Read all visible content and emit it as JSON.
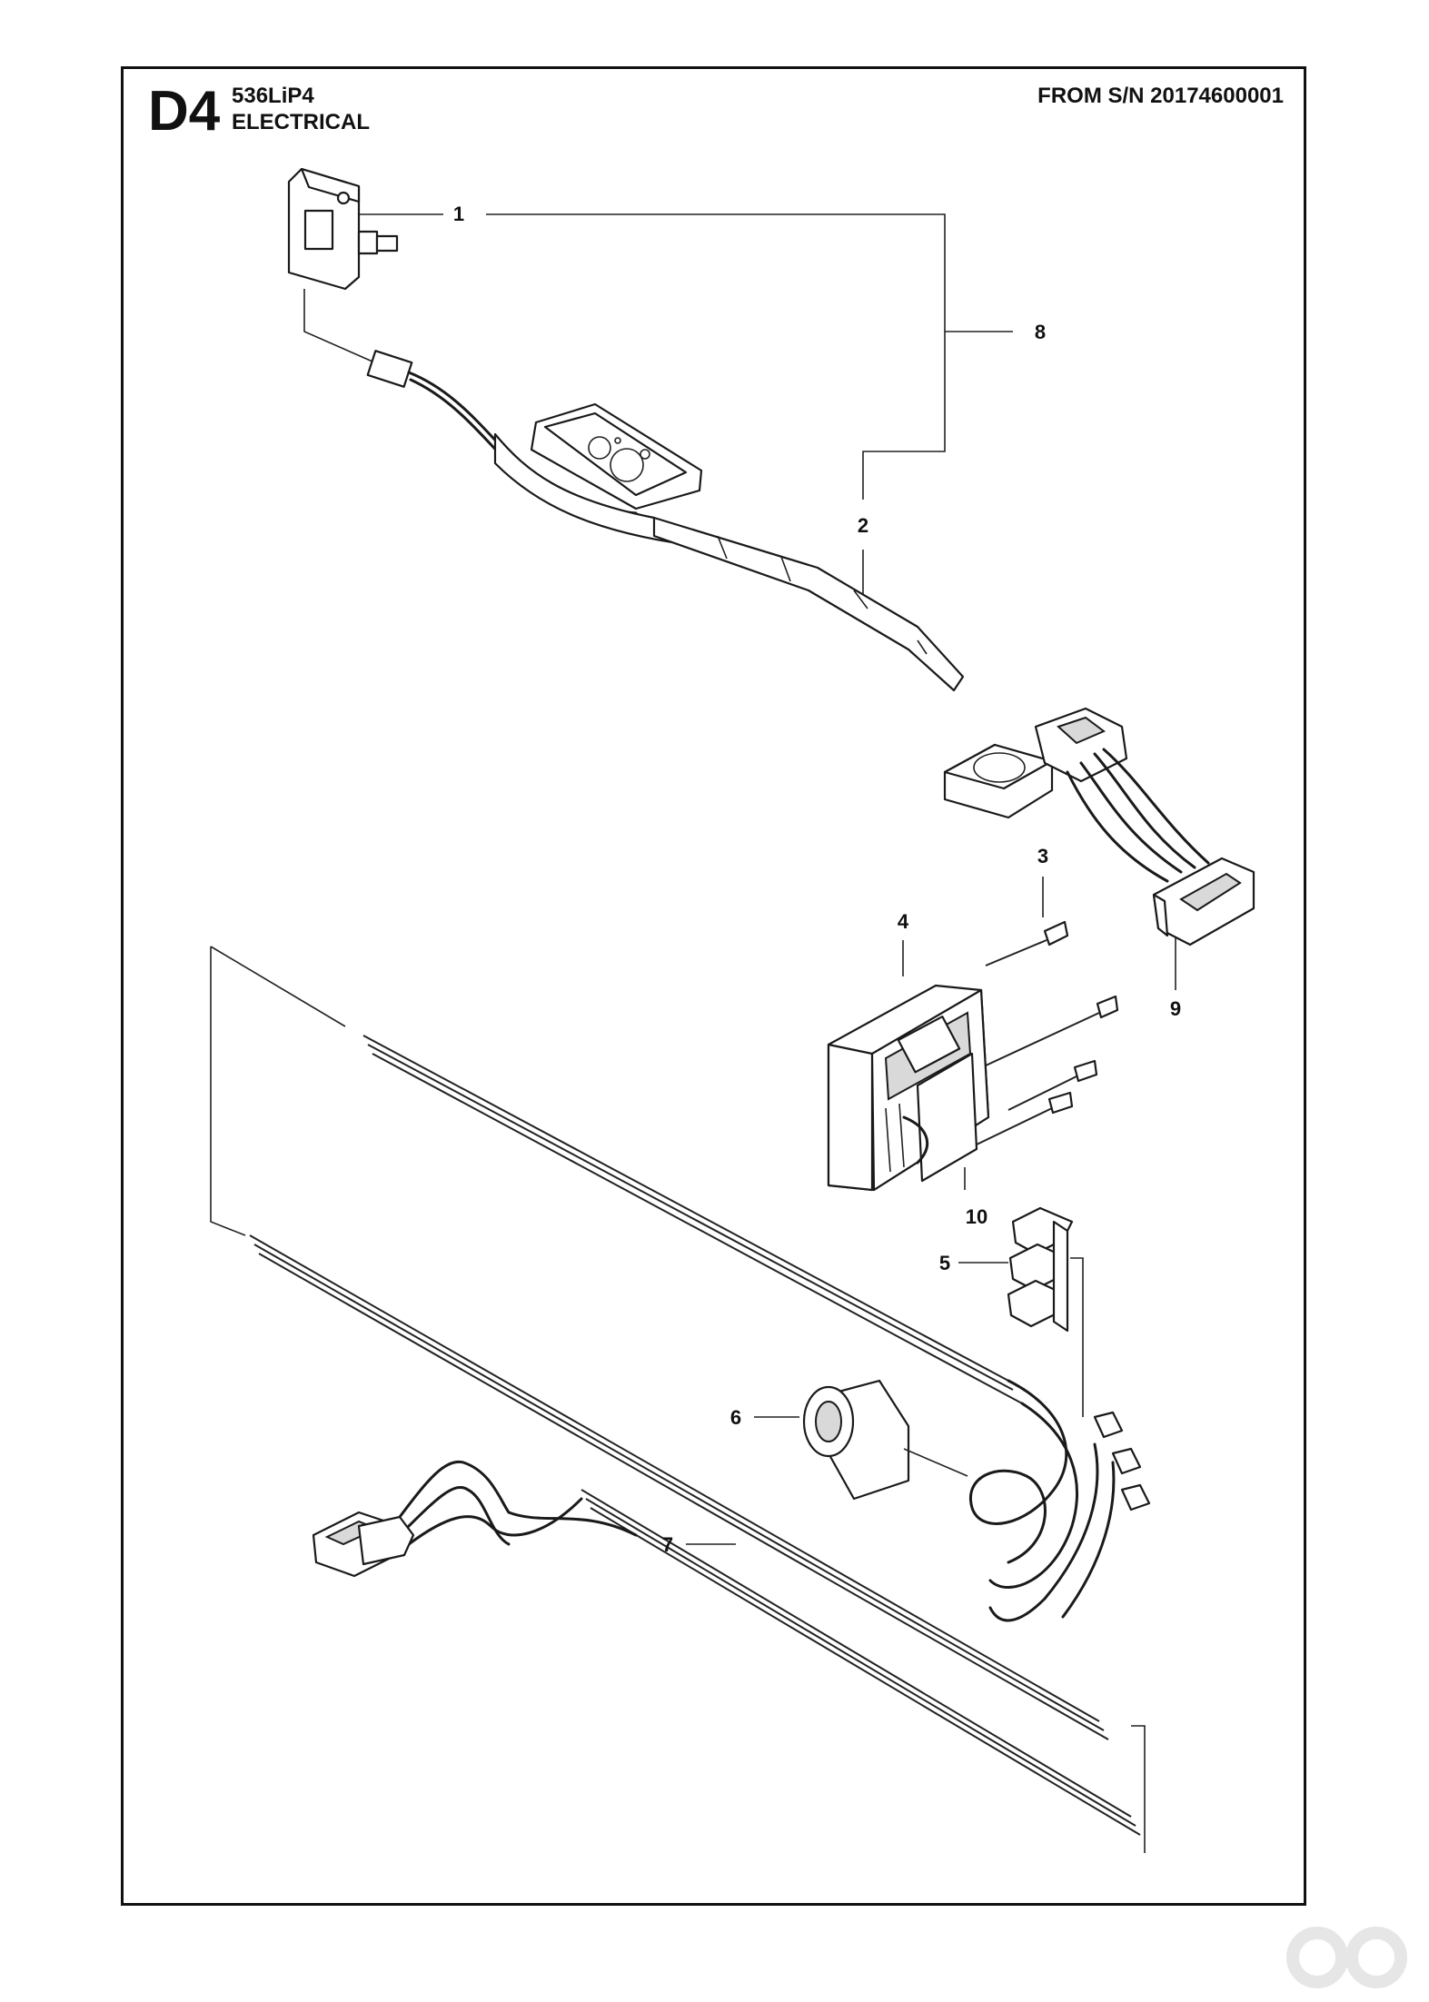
{
  "header": {
    "section_code": "D4",
    "model": "536LiP4",
    "group": "ELECTRICAL",
    "serial_ref": "FROM S/N 20174600001"
  },
  "callouts": [
    "1",
    "2",
    "3",
    "4",
    "5",
    "6",
    "7",
    "8",
    "9",
    "10"
  ],
  "colors": {
    "line": "#111111",
    "background": "#ffffff",
    "watermark": "#e6e6e6"
  },
  "icons": {
    "watermark": "logo-watermark-icon"
  }
}
